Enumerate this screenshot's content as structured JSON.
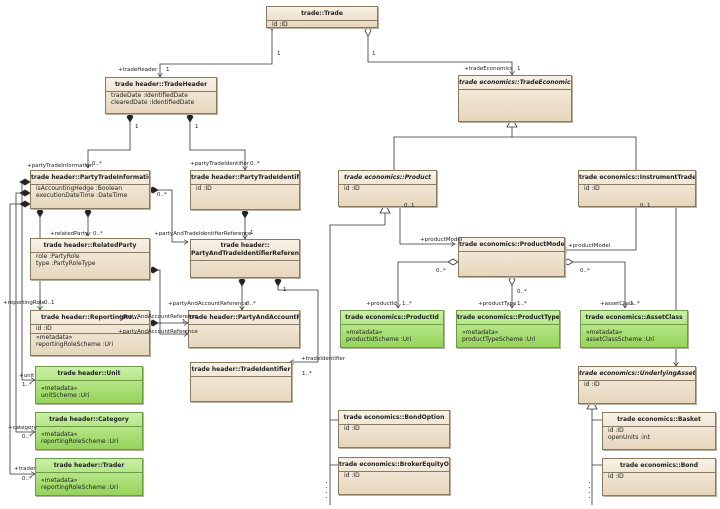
{
  "classes": {
    "trade": {
      "name": "trade::Trade",
      "attrs": [
        "id :ID"
      ]
    },
    "trade_header": {
      "name": "trade header::TradeHeader",
      "attrs": [
        "tradeDate :IdentifiedDate",
        "clearedDate :IdentifiedDate"
      ]
    },
    "trade_economics": {
      "name": "trade economics::TradeEconomics",
      "attrs": []
    },
    "party_trade_information": {
      "name": "trade header::PartyTradeInformation",
      "attrs": [
        "isAccountingHedge :Boolean",
        "executionDateTime :DateTime"
      ]
    },
    "party_trade_identifier": {
      "name": "trade header::PartyTradeIdentifier",
      "attrs": [
        "id :ID"
      ]
    },
    "product": {
      "name": "trade economics::Product",
      "attrs": [
        "id :ID"
      ]
    },
    "instrument_trade_details": {
      "name": "trade economics::InstrumentTradeDetails",
      "attrs": [
        "id :ID"
      ]
    },
    "related_party": {
      "name": "trade header::RelatedParty",
      "attrs": [
        "role :PartyRole",
        "type :PartyRoleType"
      ]
    },
    "party_and_trade_identifier_reference": {
      "name_line1": "trade header::",
      "name_line2": "PartyAndTradeIdentifierReference",
      "attrs": []
    },
    "product_model": {
      "name": "trade economics::ProductModel",
      "attrs": []
    },
    "reporting_role": {
      "name": "trade header::ReportingRo...",
      "attrs": [
        "id :ID"
      ],
      "stereotype": "«metadata»",
      "meta_attrs": [
        "reportingRoleScheme :Uri"
      ]
    },
    "party_and_account_reference": {
      "name": "trade header::PartyAndAccountReference",
      "attrs": []
    },
    "product_id": {
      "name": "trade economics::ProductId",
      "stereotype": "«metadata»",
      "meta_attrs": [
        "productIdScheme :Uri"
      ]
    },
    "product_type": {
      "name": "trade economics::ProductType",
      "stereotype": "«metadata»",
      "meta_attrs": [
        "productTypeScheme :Uri"
      ]
    },
    "asset_class": {
      "name": "trade economics::AssetClass",
      "stereotype": "«metadata»",
      "meta_attrs": [
        "assetClassScheme :Uri"
      ]
    },
    "unit": {
      "name": "trade header::Unit",
      "stereotype": "«metadata»",
      "meta_attrs": [
        "unitScheme :Uri"
      ]
    },
    "trade_identifier": {
      "name": "trade header::TradeIdentifier",
      "attrs": []
    },
    "underlying_asset": {
      "name": "trade economics::UnderlyingAsset",
      "attrs": [
        "id :ID"
      ]
    },
    "category": {
      "name": "trade header::Category",
      "stereotype": "«metadata»",
      "meta_attrs": [
        "reportingRoleScheme :Uri"
      ]
    },
    "bond_option": {
      "name": "trade economics::BondOption",
      "attrs": [
        "id :ID"
      ]
    },
    "basket": {
      "name": "trade economics::Basket",
      "attrs": [
        "id :ID",
        "openUnits :int"
      ]
    },
    "trader": {
      "name": "trade header::Trader",
      "stereotype": "«metadata»",
      "meta_attrs": [
        "reportingRoleScheme :Uri"
      ]
    },
    "broker_equity_option": {
      "name": "trade economics::BrokerEquityOption",
      "attrs": [
        "id :ID"
      ]
    },
    "bond": {
      "name": "trade economics::Bond",
      "attrs": [
        "id :ID"
      ]
    }
  },
  "labels": {
    "l1": "1",
    "l2": "1",
    "l3": "+tradeHeader",
    "l4": "1",
    "l5": "+tradeEconomics",
    "l6": "1",
    "l7": "1",
    "l8": "1",
    "l9": "+partyTradeInformation",
    "l10": "0..*",
    "l11": "+partyTradeIdentifier",
    "l12": "0..*",
    "l13": "0..*",
    "l14": "+relatedParty",
    "l15": "0..*",
    "l16": "+partyAndTradeIdentifierReference",
    "l17": "1",
    "l18": "+reportingRole",
    "l19": "0..1",
    "l20": "+partyAndAccountReference",
    "l21": "0..*",
    "l22": "1",
    "l23": "+partyAndAccountReference",
    "l24": "1",
    "l25": "+partyAndAccountReference",
    "l26": "+tradeIdentifier",
    "l27": "1..*",
    "l28": "0..1",
    "l29": "+productModel",
    "l30": "0..1",
    "l31": "+productModel",
    "l32": "0..*",
    "l33": "+productId",
    "l34": "1..*",
    "l35": "+productType",
    "l36": "0..*",
    "l37": "1..*",
    "l38": "+assetClass",
    "l39": "1..*",
    "l40": "0..*",
    "l41": "+unit",
    "l42": "1..*",
    "l43": "+category",
    "l44": "0..*",
    "l45": "+trader",
    "l46": "0..*"
  }
}
